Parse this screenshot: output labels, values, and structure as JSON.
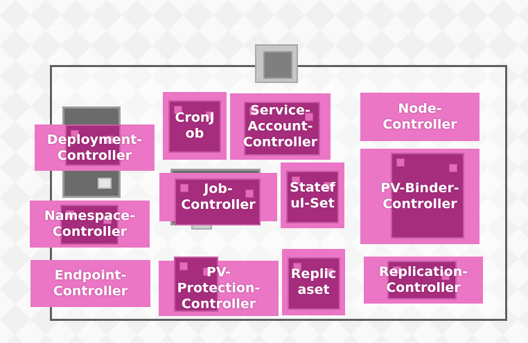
{
  "controllers": {
    "cronjob": "CronJ\nob",
    "service_account": "Service-\nAccount-\nController",
    "node": "Node-\nController",
    "deployment": "Deployment-\nController",
    "job": "Job-\nController",
    "statefulset": "Statef\nul-Set",
    "pv_binder": "PV-Binder-\nController",
    "namespace": "Namespace-\nController",
    "endpoint": "Endpoint-\nController",
    "pv_protection": "PV-\nProtection-\nController",
    "replicaset": "Replic\naset",
    "replication": "Replication-\nController"
  },
  "colors": {
    "controller_fill": "#ea76c5",
    "pod_fill": "#a62d7d",
    "frame_border": "#606060"
  }
}
